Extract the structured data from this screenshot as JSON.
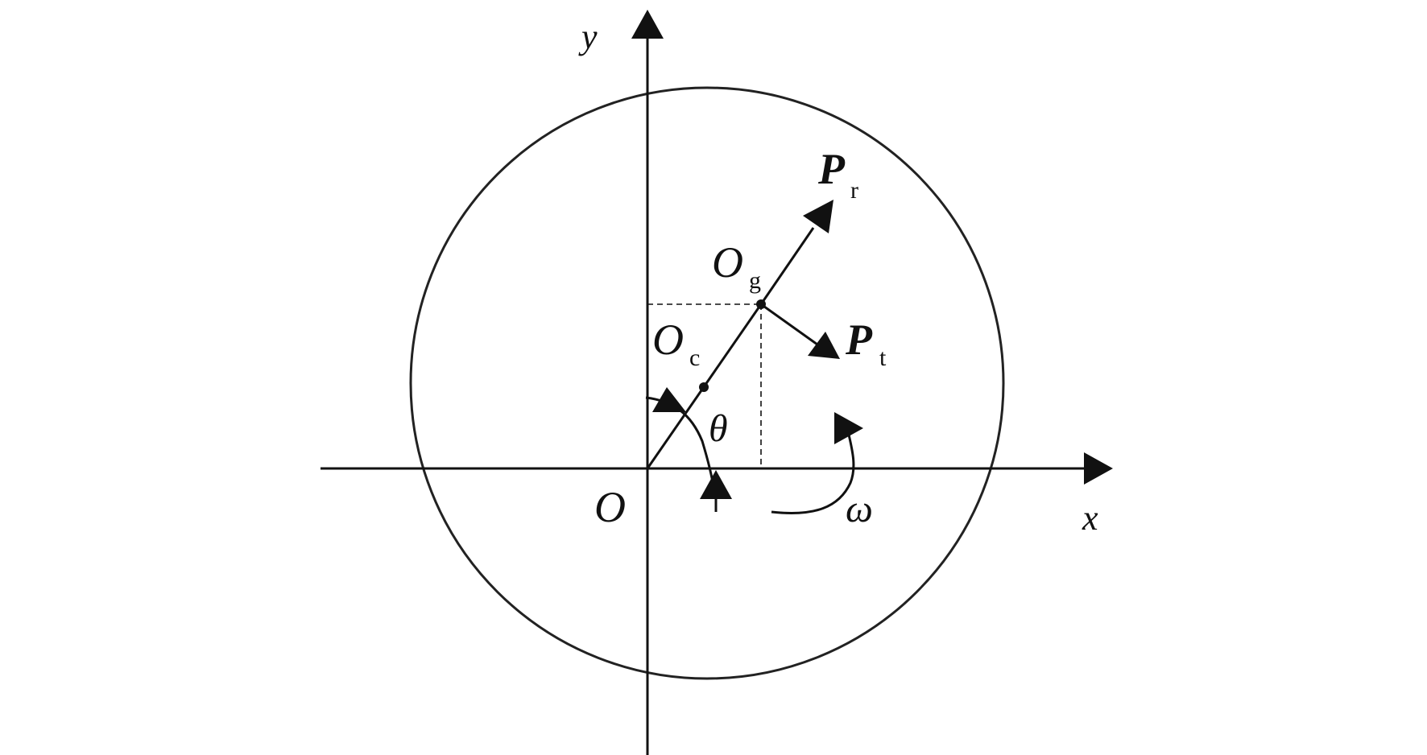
{
  "labels": {
    "y_axis": "y",
    "x_axis": "x",
    "origin": "O",
    "og_main": "O",
    "og_sub": "g",
    "oc_main": "O",
    "oc_sub": "c",
    "pr_main": "P",
    "pr_sub": "r",
    "pt_main": "P",
    "pt_sub": "t",
    "theta": "θ",
    "omega": "ω"
  }
}
